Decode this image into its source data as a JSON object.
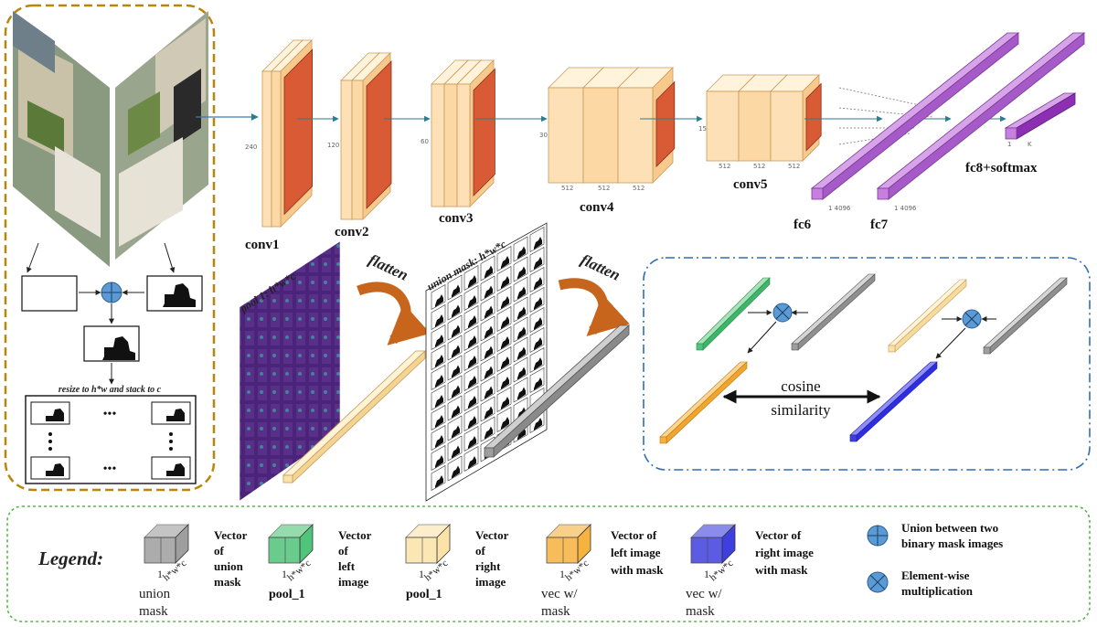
{
  "network": {
    "layers": [
      "conv1",
      "conv2",
      "conv3",
      "conv4",
      "conv5",
      "fc6",
      "fc7",
      "fc8+softmax"
    ],
    "dims": {
      "conv1": "240",
      "conv2": "120",
      "conv3": "60",
      "conv4_depth": [
        "512",
        "512",
        "512"
      ],
      "conv4_side": "30",
      "conv5_depth": [
        "512",
        "512",
        "512"
      ],
      "conv5_side": "15",
      "fc6": "1 4096",
      "fc7": "1 4096",
      "fc8": [
        "1",
        "K"
      ]
    }
  },
  "mask_panel": {
    "caption": "resize to h*w and stack to c",
    "dots": "•••"
  },
  "middle": {
    "pool_label": "pool 1: h*w*c",
    "mask_label": "union mask: h*w*c",
    "flatten_1": "flatten",
    "flatten_2": "flatten"
  },
  "similarity": {
    "line1": "cosine",
    "line2": "similarity"
  },
  "legend": {
    "title": "Legend:",
    "dim_text": "h*w*c",
    "one": "1",
    "items": [
      {
        "sub": [
          "union",
          "mask"
        ],
        "desc": [
          "Vector",
          "of",
          "union",
          "mask"
        ],
        "color": "#9e9e9e"
      },
      {
        "sub": [
          "pool_1"
        ],
        "desc": [
          "Vector",
          "of",
          "left",
          "image"
        ],
        "color": "#4fc47a"
      },
      {
        "sub": [
          "pool_1"
        ],
        "desc": [
          "Vector",
          "of",
          "right",
          "image"
        ],
        "color": "#fbe3a8"
      },
      {
        "sub": [
          "vec w/",
          "mask"
        ],
        "desc": [
          "Vector of",
          "left image",
          "with mask"
        ],
        "color": "#f6b23f"
      },
      {
        "sub": [
          "vec w/",
          "mask"
        ],
        "desc": [
          "Vector of",
          "right image",
          "with mask"
        ],
        "color": "#3f3fe0"
      }
    ],
    "ops": [
      {
        "desc": [
          "Union between two",
          "binary mask images"
        ]
      },
      {
        "desc": [
          "Element-wise",
          "multiplication"
        ]
      }
    ]
  },
  "colors": {
    "conv_face": "#fde0b6",
    "conv_edge": "#c89a5a",
    "conv_inner": "#d95b36",
    "fc": "#c77fe0",
    "gold_dash": "#b8860b",
    "blue_dash": "#2f6db5",
    "green_dash": "#59b64a",
    "op_blue": "#5b9bd5"
  }
}
